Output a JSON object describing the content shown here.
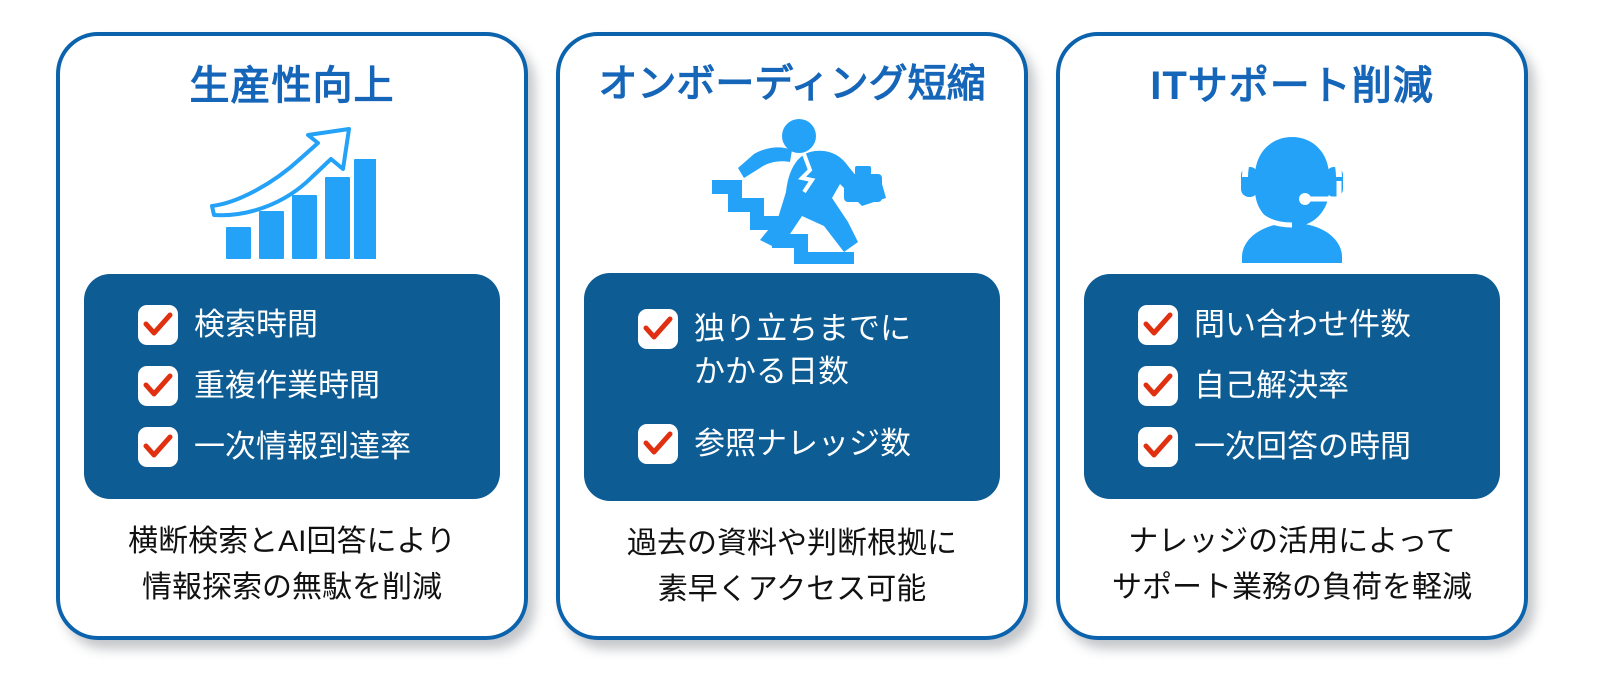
{
  "theme": {
    "card_border": "#0b63ad",
    "title_color": "#1565b8",
    "panel_bg": "#0d5c94",
    "icon_blue": "#23a2f7",
    "check_red": "#e03010",
    "caption_color": "#111111",
    "page_bg": "#ffffff"
  },
  "cards": [
    {
      "title": "生産性向上",
      "icon": "growth-bar-chart-arrow-icon",
      "items": [
        "検索時間",
        "重複作業時間",
        "一次情報到達率"
      ],
      "caption": "横断検索とAI回答により\n情報探索の無駄を削減"
    },
    {
      "title": "オンボーディング短縮",
      "icon": "businessman-running-up-stairs-icon",
      "items": [
        "独り立ちまでに\nかかる日数",
        "参照ナレッジ数"
      ],
      "caption": "過去の資料や判断根拠に\n素早くアクセス可能"
    },
    {
      "title": "ITサポート削減",
      "icon": "headset-support-agent-icon",
      "items": [
        "問い合わせ件数",
        "自己解決率",
        "一次回答の時間"
      ],
      "caption": "ナレッジの活用によって\nサポート業務の負荷を軽減"
    }
  ]
}
